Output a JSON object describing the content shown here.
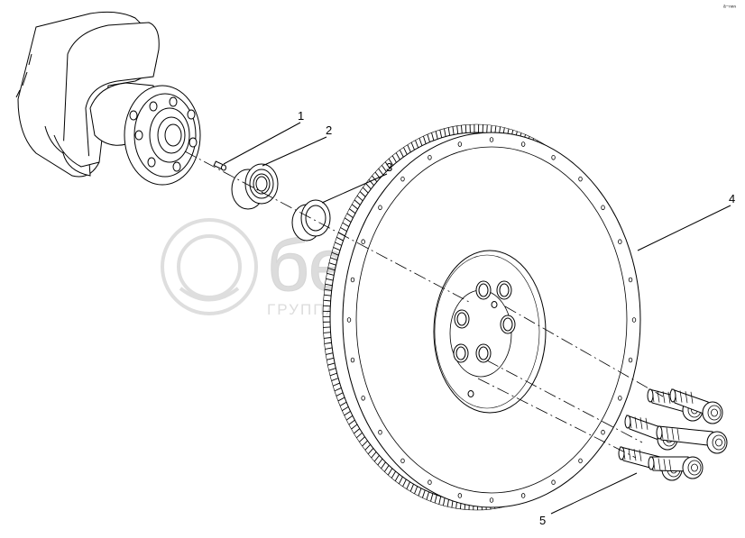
{
  "callouts": [
    {
      "label": "1"
    },
    {
      "label": "2"
    },
    {
      "label": "3"
    },
    {
      "label": "4"
    },
    {
      "label": "5"
    }
  ],
  "watermark": {
    "brand": "бежагро",
    "tagline": "ГРУППА КОМПАНИЙ"
  },
  "corner_mark": "ᵃ⁻ⁿⁿⁿ"
}
